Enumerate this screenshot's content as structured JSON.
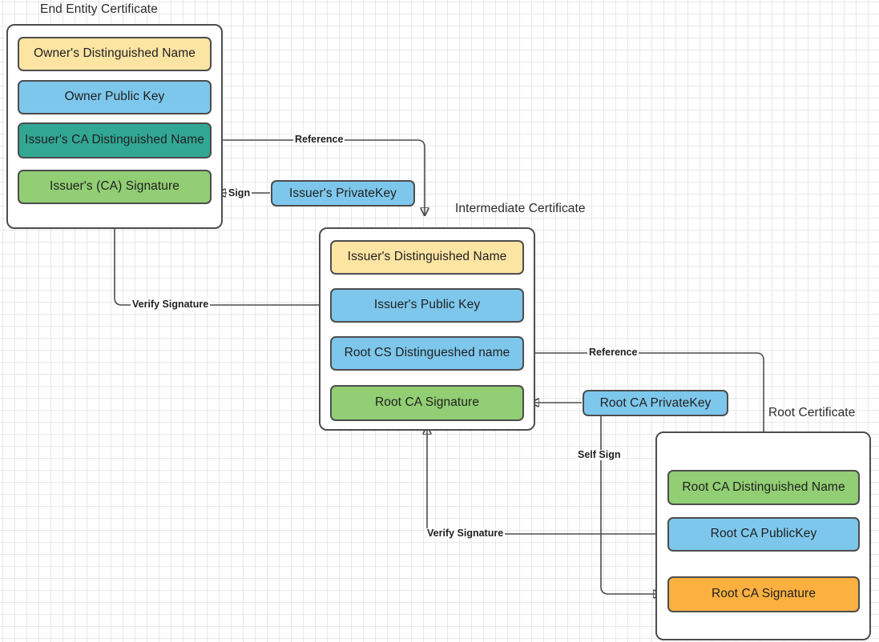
{
  "diagram": {
    "title_end_entity": "End Entity Certificate",
    "title_intermediate": "Intermediate Certificate",
    "title_root": "Root Certificate"
  },
  "colors": {
    "yellow": "#FCE4A3",
    "blue": "#7EC7EC",
    "teal": "#32A794",
    "green": "#92CE74",
    "orange": "#FBB040",
    "stroke": "#4d4d4d",
    "background": "#ffffff",
    "grid_minor": "#e8e8e8",
    "grid_major": "#d2d2d2"
  },
  "end_entity_certificate": {
    "title": "End Entity Certificate",
    "fields": [
      {
        "label": "Owner's Distinguished Name",
        "color": "#FCE4A3"
      },
      {
        "label": "Owner Public  Key",
        "color": "#7EC7EC"
      },
      {
        "label": "Issuer's CA Distinguished Name",
        "color": "#32A794"
      },
      {
        "label": "Issuer's (CA) Signature",
        "color": "#92CE74"
      }
    ]
  },
  "intermediate_certificate": {
    "title": "Intermediate Certificate",
    "fields": [
      {
        "label": "Issuer's Distinguished Name",
        "color": "#FCE4A3"
      },
      {
        "label": "Issuer's Public  Key",
        "color": "#7EC7EC"
      },
      {
        "label": "Root CS Distingueshed name",
        "color": "#7EC7EC"
      },
      {
        "label": "Root CA Signature",
        "color": "#92CE74"
      }
    ]
  },
  "root_certificate": {
    "title": "Root Certificate",
    "fields": [
      {
        "label": "Root CA Distinguished Name",
        "color": "#92CE74"
      },
      {
        "label": "Root CA PublicKey",
        "color": "#7EC7EC"
      },
      {
        "label": "Root CA Signature",
        "color": "#FBB040"
      }
    ]
  },
  "keys": [
    {
      "label": "Issuer's PrivateKey",
      "color": "#7EC7EC"
    },
    {
      "label": "Root CA PrivateKey",
      "color": "#7EC7EC"
    }
  ],
  "edge_labels": {
    "reference_top": "Reference",
    "reference_bottom": "Reference",
    "sign": "Sign",
    "self_sign": "Self Sign",
    "verify_signature_top": "Verify Signature",
    "verify_signature_bottom": "Verify Signature"
  }
}
